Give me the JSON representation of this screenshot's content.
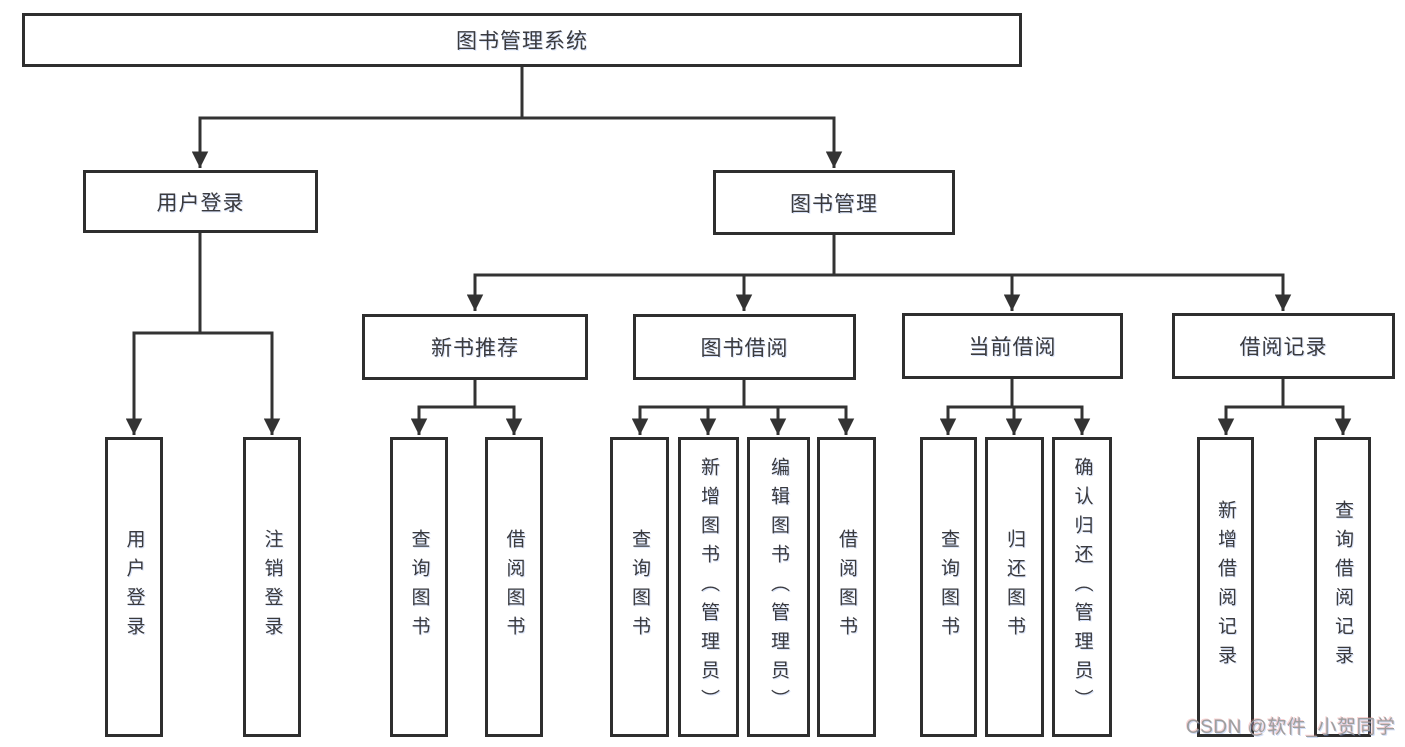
{
  "watermark": "CSDN @软件_小贺同学",
  "colors": {
    "line": "#333333",
    "box_border": "#2e2e2e",
    "text": "#3a3a3e",
    "watermark_text": "#9e9e9e",
    "background": "#ffffff"
  },
  "chart_type": "function-structure-tree",
  "tree": {
    "label": "图书管理系统",
    "children": [
      {
        "label": "用户登录",
        "children": [
          {
            "label": "用户登录"
          },
          {
            "label": "注销登录"
          }
        ]
      },
      {
        "label": "图书管理",
        "children": [
          {
            "label": "新书推荐",
            "children": [
              {
                "label": "查询图书"
              },
              {
                "label": "借阅图书"
              }
            ]
          },
          {
            "label": "图书借阅",
            "children": [
              {
                "label": "查询图书"
              },
              {
                "label": "新增图书（管理员）"
              },
              {
                "label": "编辑图书（管理员）"
              },
              {
                "label": "借阅图书"
              }
            ]
          },
          {
            "label": "当前借阅",
            "children": [
              {
                "label": "查询图书"
              },
              {
                "label": "归还图书"
              },
              {
                "label": "确认归还（管理员）"
              }
            ]
          },
          {
            "label": "借阅记录",
            "children": [
              {
                "label": "新增借阅记录"
              },
              {
                "label": "查询借阅记录"
              }
            ]
          }
        ]
      }
    ]
  }
}
